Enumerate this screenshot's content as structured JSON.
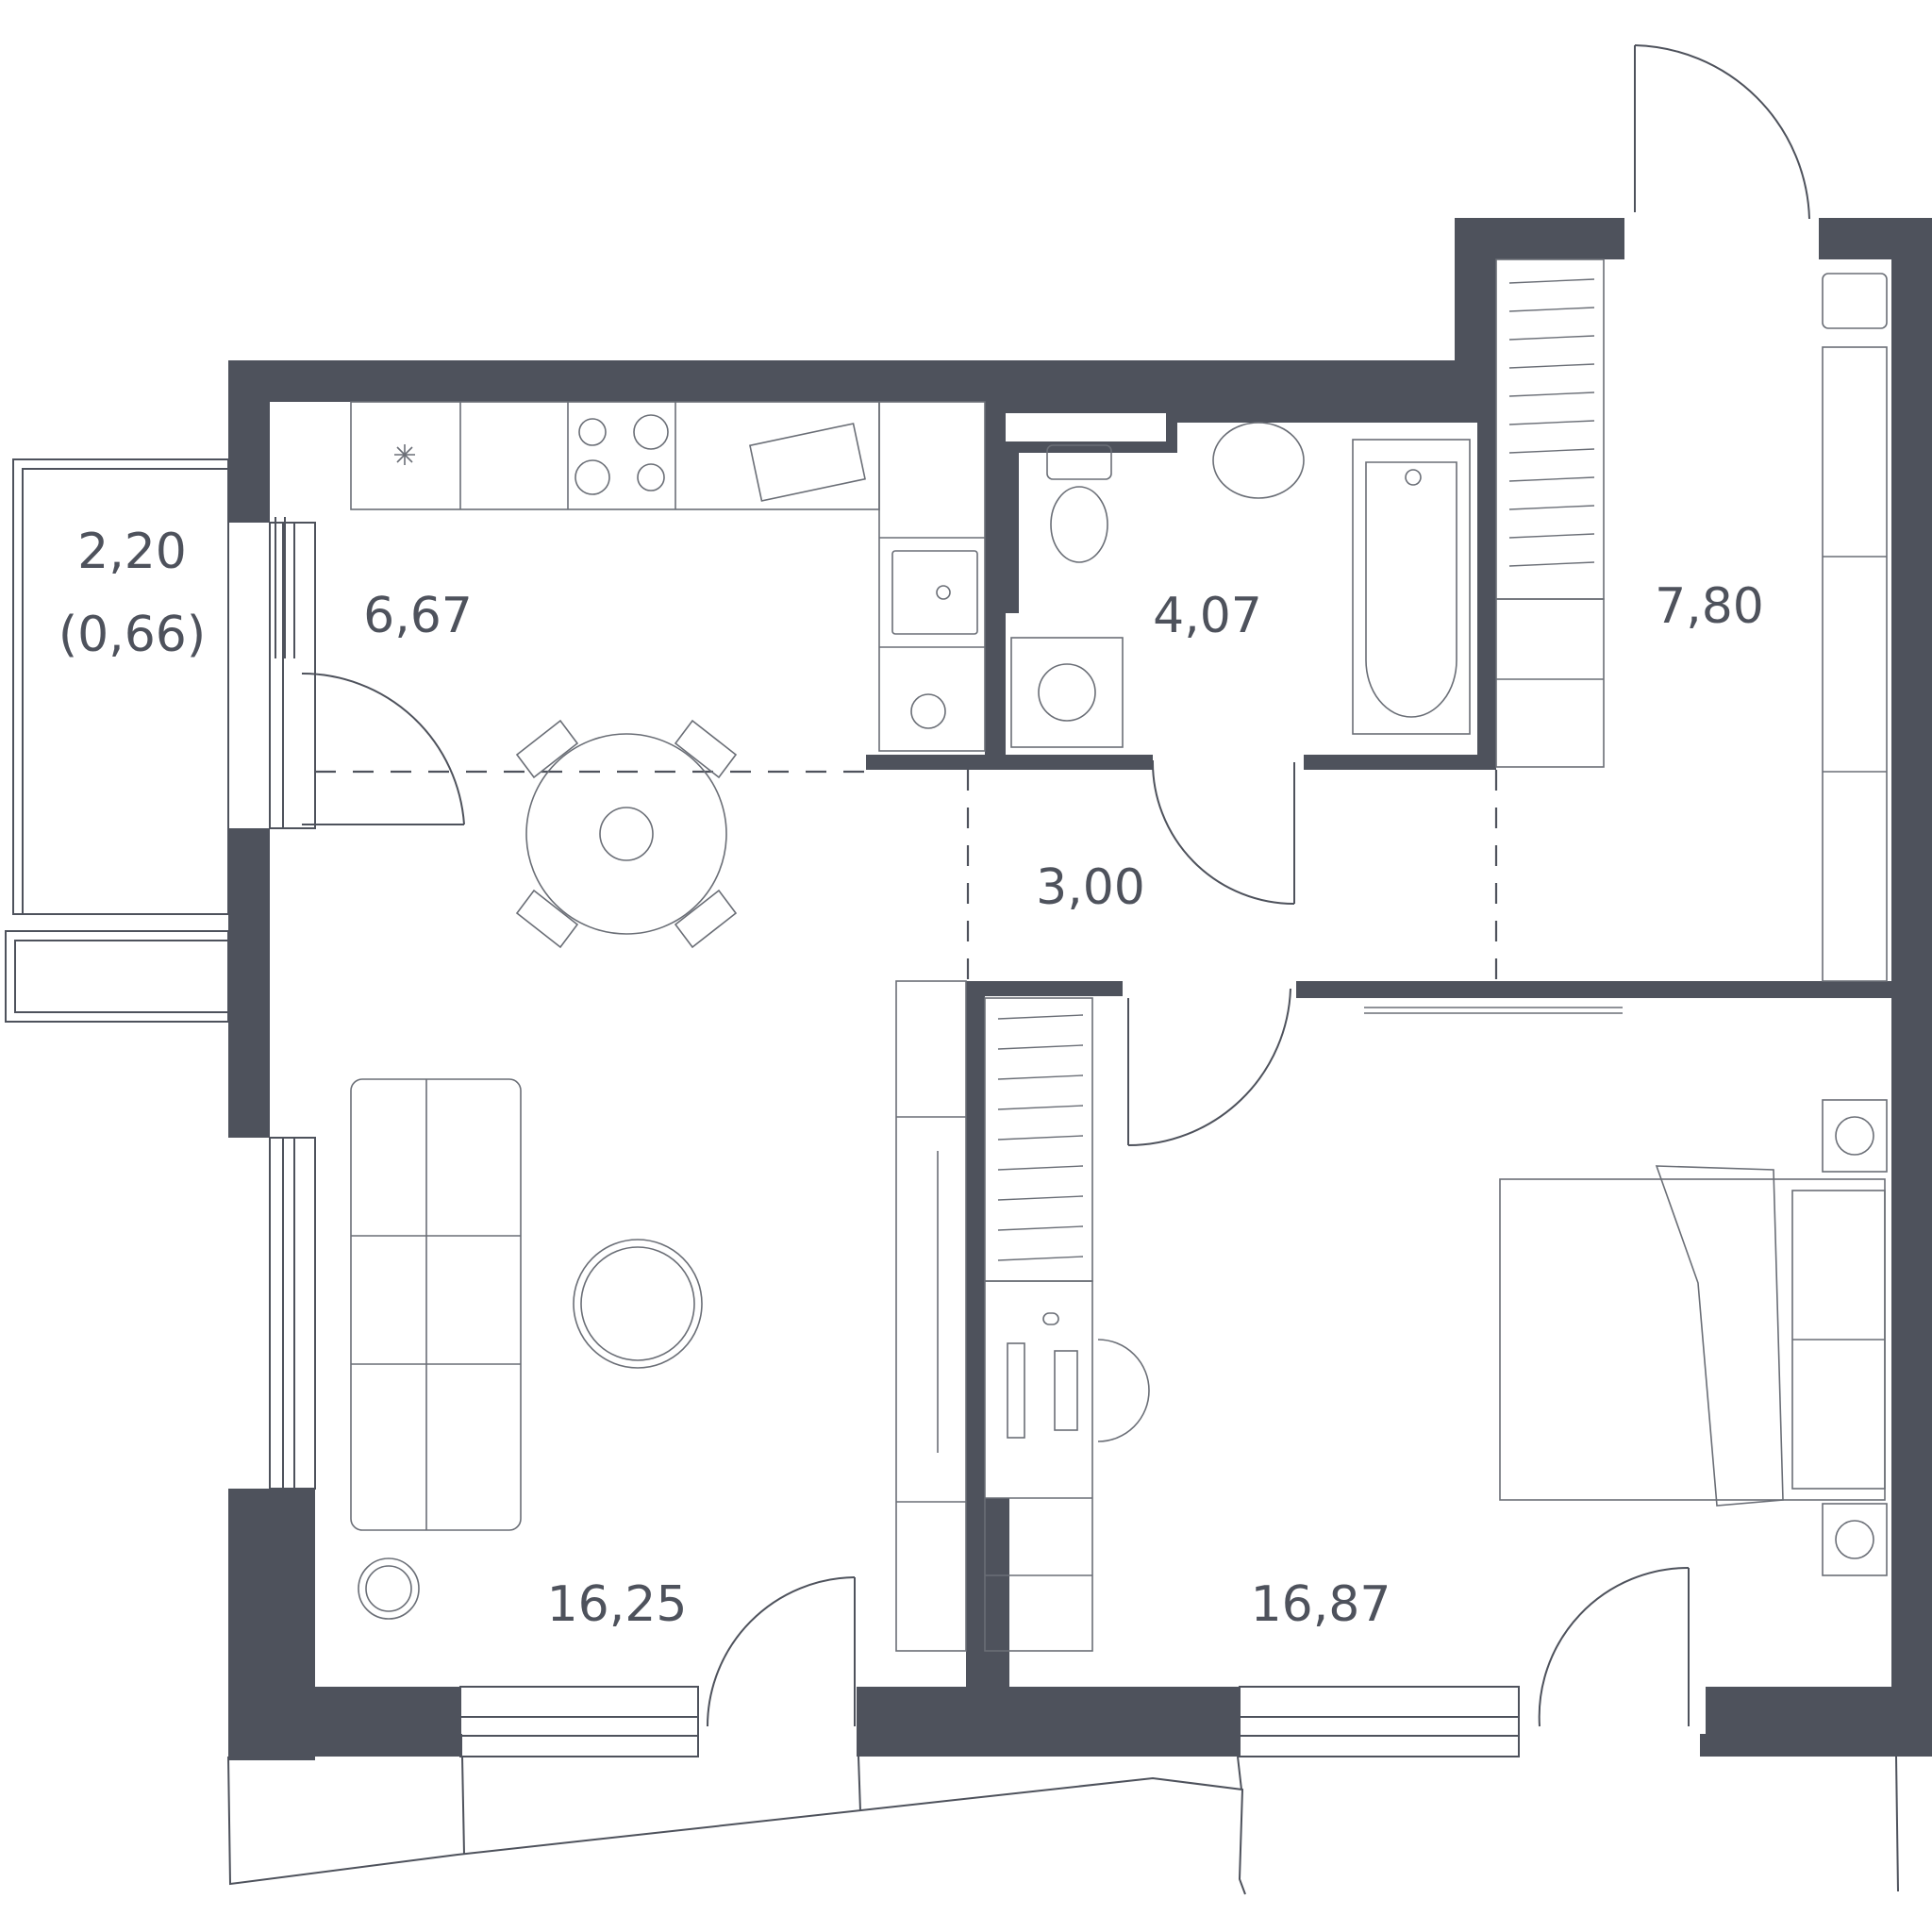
{
  "plan": {
    "colors": {
      "wall": "#4e525c",
      "line": "#6a6e76",
      "background": "#ffffff"
    },
    "rooms": [
      {
        "id": "balcony",
        "area": "2,20",
        "area_reduced": "(0,66)"
      },
      {
        "id": "kitchen",
        "area": "6,67"
      },
      {
        "id": "bathroom",
        "area": "4,07"
      },
      {
        "id": "hall",
        "area": "3,00"
      },
      {
        "id": "entrance-hall",
        "area": "7,80"
      },
      {
        "id": "living-room",
        "area": "16,25"
      },
      {
        "id": "bedroom",
        "area": "16,87"
      }
    ],
    "icons": [
      "stove-icon",
      "sink-icon",
      "toilet-icon",
      "bathtub-icon",
      "washing-machine-icon",
      "dining-table-icon",
      "sofa-icon",
      "bed-icon",
      "desk-icon",
      "wardrobe-icon"
    ]
  }
}
